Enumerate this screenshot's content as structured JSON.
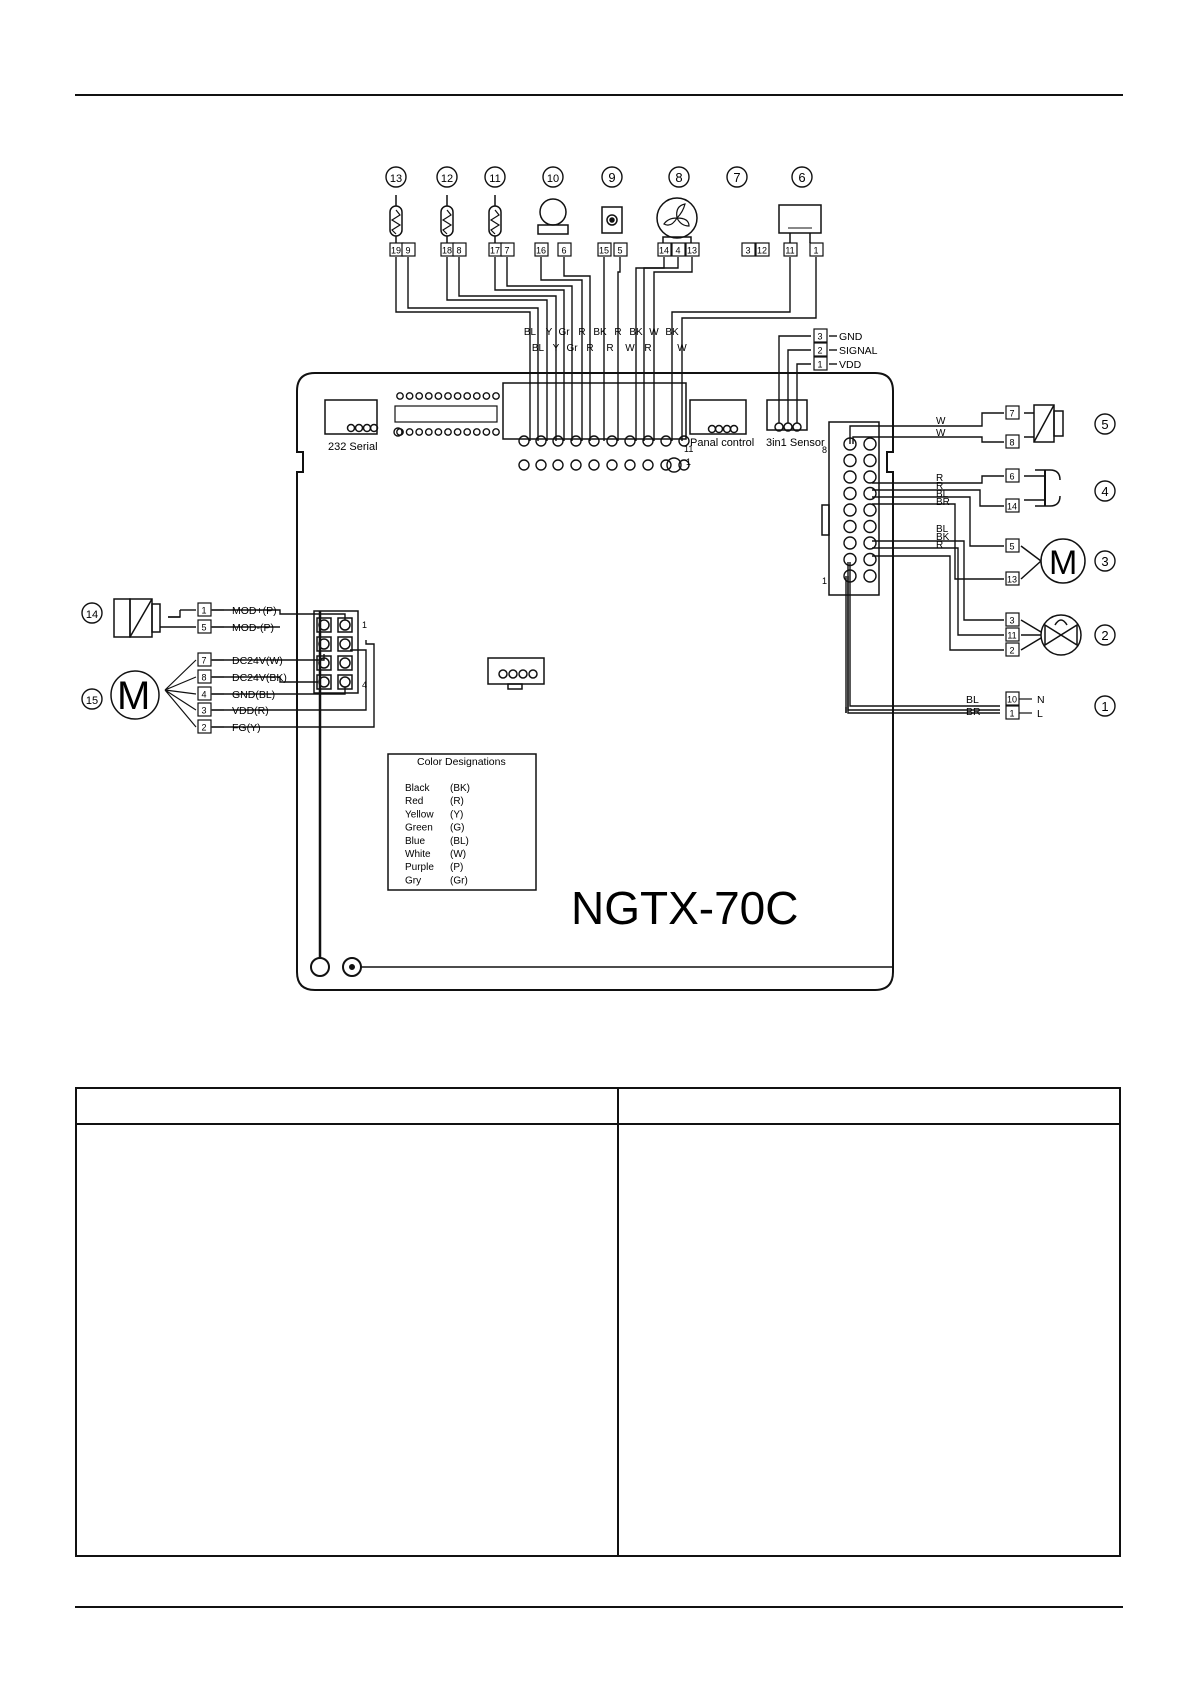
{
  "model": "NGTX-70C",
  "legend": {
    "title": "Color Designations",
    "rows": [
      [
        "Black",
        "(BK)"
      ],
      [
        "Red",
        "(R)"
      ],
      [
        "Yellow",
        "(Y)"
      ],
      [
        "Green",
        "(G)"
      ],
      [
        "Blue",
        "(BL)"
      ],
      [
        "White",
        "(W)"
      ],
      [
        "Purple",
        "(P)"
      ],
      [
        "Gry",
        "(Gr)"
      ]
    ]
  },
  "board_labels": {
    "serial": "232 Serial",
    "panel": "Panal control",
    "sensor": "3in1 Sensor"
  },
  "callouts": [
    "1",
    "2",
    "3",
    "4",
    "5",
    "6",
    "7",
    "8",
    "9",
    "10",
    "11",
    "12",
    "13",
    "14",
    "15"
  ],
  "top_pins": [
    "19",
    "9",
    "18",
    "8",
    "17",
    "7",
    "16",
    "6",
    "15",
    "5",
    "14",
    "4",
    "13",
    "3",
    "12",
    "11",
    "1"
  ],
  "top_colors_upper": [
    "BL",
    "Y",
    "Gr",
    "R",
    "BK",
    "R",
    "BK",
    "W",
    "BK"
  ],
  "top_colors_lower": [
    "BL",
    "Y",
    "Gr",
    "R",
    "R",
    "W",
    "R",
    "W"
  ],
  "sensor": {
    "pins": [
      "3",
      "2",
      "1"
    ],
    "labels": [
      "GND",
      "SIGNAL",
      "VDD"
    ]
  },
  "right_wires": {
    "colors": [
      "W",
      "W",
      "R",
      "R",
      "BL",
      "BR",
      "BL",
      "BK",
      "R"
    ],
    "pins": [
      "7",
      "8",
      "6",
      "14",
      "5",
      "13",
      "3",
      "11",
      "2"
    ]
  },
  "power": {
    "colors": [
      "BL",
      "BR"
    ],
    "pins": [
      "10",
      "1"
    ],
    "labels": [
      "N",
      "L"
    ]
  },
  "left_wires": {
    "pins": [
      "1",
      "5",
      "7",
      "8",
      "4",
      "3",
      "2"
    ],
    "labels": [
      "MOD+(P)",
      "MOD-(P)",
      "DC24V(W)",
      "DC24V(BK)",
      "GND(BL)",
      "VDD(R)",
      "FG(Y)"
    ]
  },
  "small_marks": {
    "pin1": "1",
    "pin4": "4",
    "pin8": "8",
    "pin11": "11"
  },
  "motor_symbol": "M",
  "table": {
    "header": [
      "",
      ""
    ]
  }
}
